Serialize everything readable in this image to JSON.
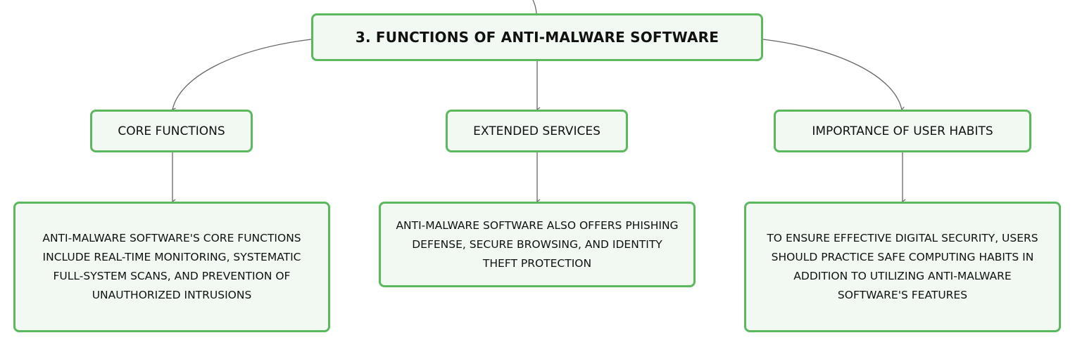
{
  "root": {
    "title": "3. FUNCTIONS OF ANTI-MALWARE SOFTWARE"
  },
  "branches": [
    {
      "label": "CORE FUNCTIONS",
      "detail": "ANTI-MALWARE SOFTWARE'S CORE FUNCTIONS INCLUDE REAL-TIME MONITORING, SYSTEMATIC FULL-SYSTEM SCANS, AND PREVENTION OF UNAUTHORIZED INTRUSIONS"
    },
    {
      "label": "EXTENDED SERVICES",
      "detail": "ANTI-MALWARE SOFTWARE ALSO OFFERS PHISHING DEFENSE, SECURE BROWSING, AND IDENTITY THEFT PROTECTION"
    },
    {
      "label": "IMPORTANCE OF USER HABITS",
      "detail": "TO ENSURE EFFECTIVE DIGITAL SECURITY, USERS SHOULD PRACTICE SAFE COMPUTING HABITS IN ADDITION TO UTILIZING ANTI-MALWARE SOFTWARE'S FEATURES"
    }
  ],
  "colors": {
    "node_border": "#5cb85f",
    "node_fill": "#f1f9f2",
    "connector": "#666666",
    "text": "#111111"
  }
}
